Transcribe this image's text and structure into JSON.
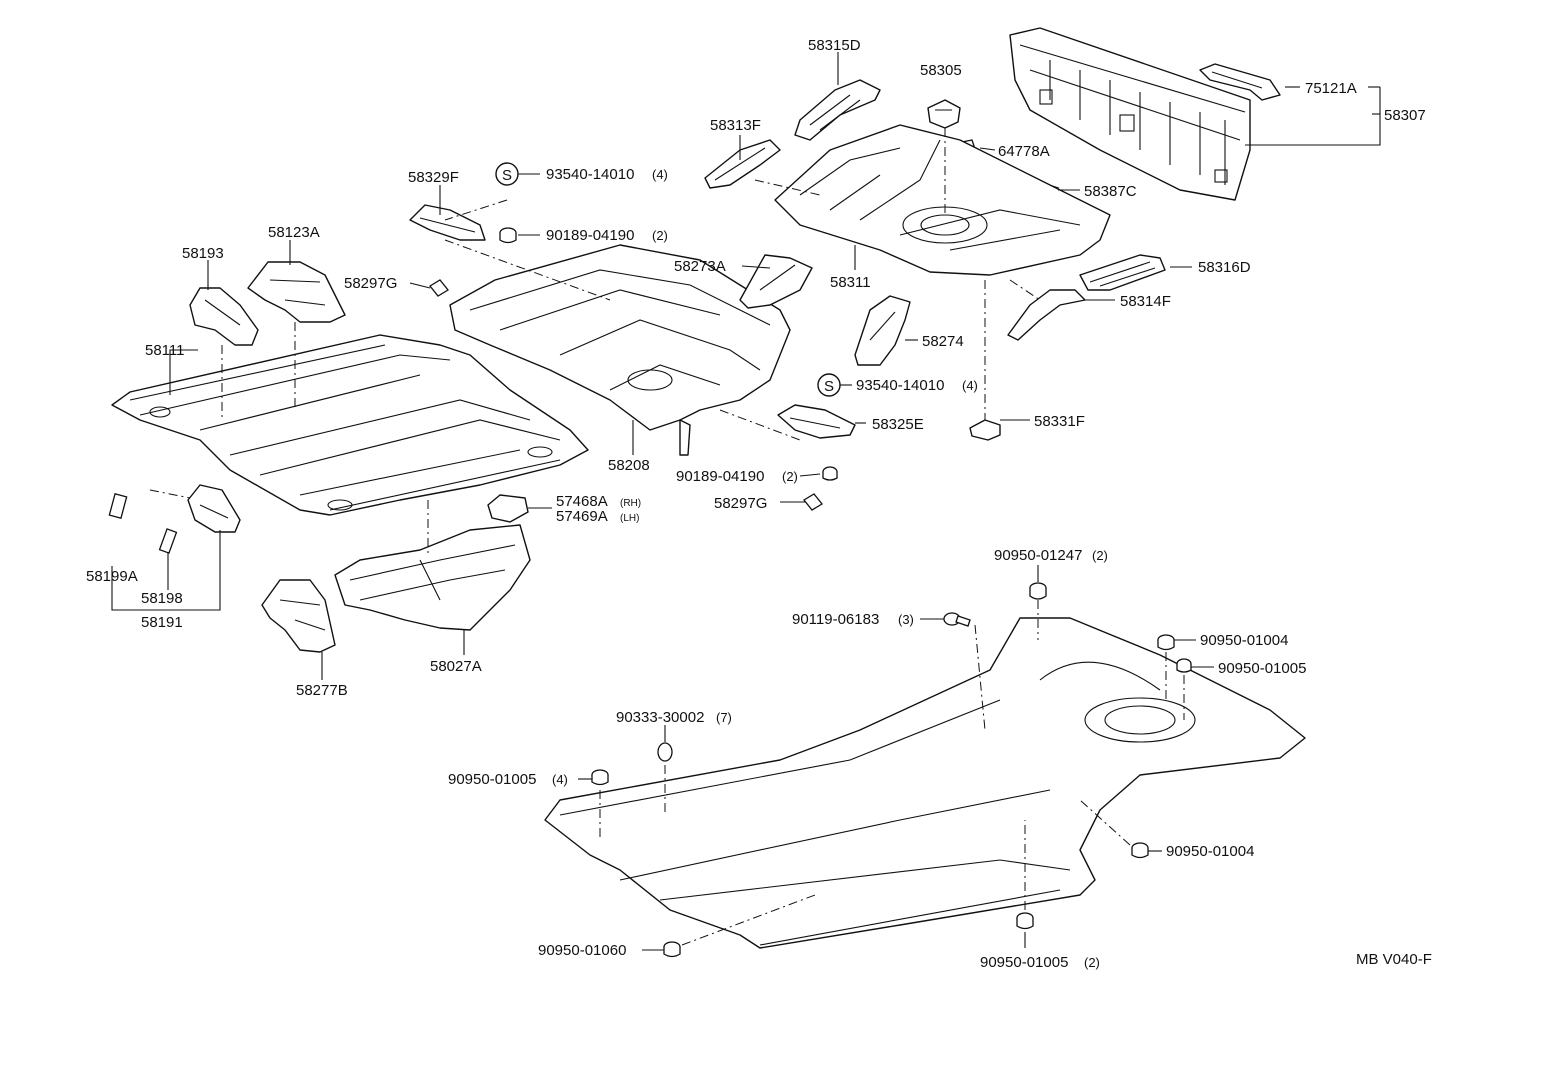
{
  "diagram": {
    "code": "MB V040-F",
    "parts": {
      "p58315D": "58315D",
      "p58305": "58305",
      "p75121A": "75121A",
      "p58307": "58307",
      "p58313F": "58313F",
      "p64778A": "64778A",
      "p58387C": "58387C",
      "p58329F": "58329F",
      "p93540_top": "93540-14010",
      "p93540_top_qty": "(4)",
      "p90189_top": "90189-04190",
      "p90189_top_qty": "(2)",
      "p58123A": "58123A",
      "p58193": "58193",
      "p58273A": "58273A",
      "p58311": "58311",
      "p58316D": "58316D",
      "p58297G_top": "58297G",
      "p58314F": "58314F",
      "p58274": "58274",
      "p58111": "58111",
      "p93540_mid": "93540-14010",
      "p93540_mid_qty": "(4)",
      "p58325E": "58325E",
      "p58331F": "58331F",
      "p58208": "58208",
      "p90189_mid": "90189-04190",
      "p90189_mid_qty": "(2)",
      "p57468A": "57468A",
      "p57468A_side": "(RH)",
      "p57469A": "57469A",
      "p57469A_side": "(LH)",
      "p58297G_mid": "58297G",
      "p58199A": "58199A",
      "p58198": "58198",
      "p58191": "58191",
      "p58277B": "58277B",
      "p58027A": "58027A",
      "p90950_01247": "90950-01247",
      "p90950_01247_qty": "(2)",
      "p90119": "90119-06183",
      "p90119_qty": "(3)",
      "p90950_01004_a": "90950-01004",
      "p90950_01005_a": "90950-01005",
      "p90333": "90333-30002",
      "p90333_qty": "(7)",
      "p90950_01005_b": "90950-01005",
      "p90950_01005_b_qty": "(4)",
      "p90950_01004_b": "90950-01004",
      "p90950_01060": "90950-01060",
      "p90950_01005_c": "90950-01005",
      "p90950_01005_c_qty": "(2)",
      "s_symbol": "S"
    }
  }
}
